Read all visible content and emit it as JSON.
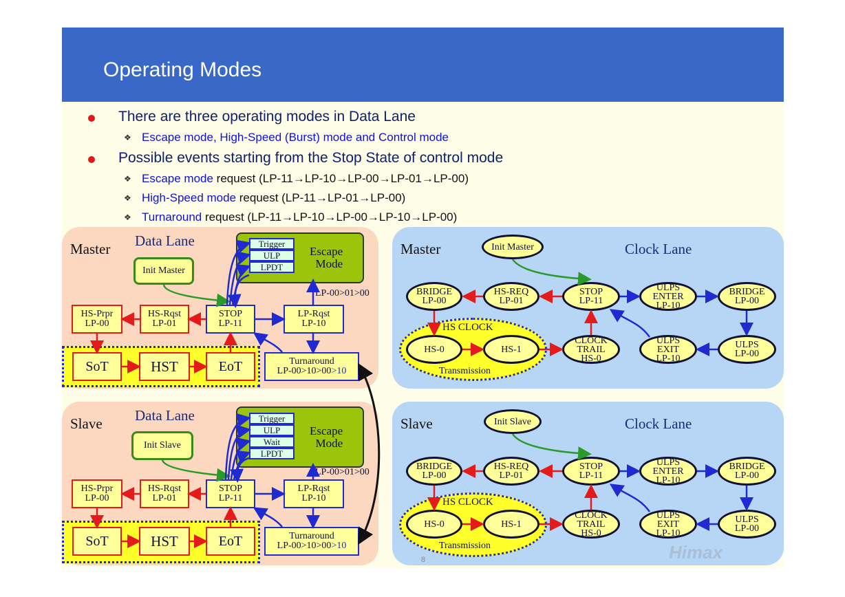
{
  "title": "Operating Modes",
  "bullets": [
    {
      "text": "There are three operating modes in Data Lane",
      "subs": [
        {
          "hl": "Escape mode, High-Speed (Burst) mode and Control mode",
          "rest": ""
        }
      ]
    },
    {
      "text": "Possible events starting from the Stop State of control mode",
      "subs": [
        {
          "hl": "Escape mode",
          "rest": " request (LP-11→LP-10→LP-00→LP-01→LP-00)"
        },
        {
          "hl": "High-Speed mode",
          "rest": " request (LP-11→LP-01→LP-00)"
        },
        {
          "hl": "Turnaround",
          "rest": " request (LP-11→LP-10→LP-00→LP-10→LP-00)"
        }
      ]
    }
  ],
  "data_master": {
    "role": "Master",
    "lane": "Data Lane",
    "init": "Init Master",
    "escape_label": [
      "Escape",
      "Mode"
    ],
    "escape_items": [
      "Trigger",
      "ULP",
      "LPDT"
    ],
    "seq": "LP-00>01>00",
    "stop": [
      "STOP",
      "LP-11"
    ],
    "lprqst": [
      "LP-Rqst",
      "LP-10"
    ],
    "hsrqst": [
      "HS-Rqst",
      "LP-01"
    ],
    "hsprpr": [
      "HS-Prpr",
      "LP-00"
    ],
    "sot": "SoT",
    "hst": "HST",
    "eot": "EoT",
    "turn1": "Turnaround",
    "turn2a": "LP-00>10>00",
    "turn2b": ">10"
  },
  "data_slave": {
    "role": "Slave",
    "lane": "Data Lane",
    "init": "Init Slave",
    "escape_label": [
      "Escape",
      "Mode"
    ],
    "escape_items": [
      "Trigger",
      "ULP",
      "Wait",
      "LPDT"
    ],
    "seq": "LP-00>01>00",
    "stop": [
      "STOP",
      "LP-11"
    ],
    "lprqst": [
      "LP-Rqst",
      "LP-10"
    ],
    "hsrqst": [
      "HS-Rqst",
      "LP-01"
    ],
    "hsprpr": [
      "HS-Prpr",
      "LP-00"
    ],
    "sot": "SoT",
    "hst": "HST",
    "eot": "EoT",
    "turn1": "Turnaround",
    "turn2a": "LP-00>10>00",
    "turn2b": ">10"
  },
  "clock_master": {
    "role": "Master",
    "lane": "Clock Lane",
    "init": "Init Master",
    "bridge1": [
      "BRIDGE",
      "LP-00"
    ],
    "hsreq": [
      "HS-REQ",
      "LP-01"
    ],
    "stop": [
      "STOP",
      "LP-11"
    ],
    "ulps_enter": [
      "ULPS",
      "ENTER",
      "LP-10"
    ],
    "bridge2": [
      "BRIDGE",
      "LP-00"
    ],
    "hs_clock": "HS CLOCK",
    "hs0": "HS-0",
    "hs1": "HS-1",
    "clock_trail": [
      "CLOCK",
      "TRAIL",
      "HS-0"
    ],
    "ulps_exit": [
      "ULPS",
      "EXIT",
      "LP-10"
    ],
    "ulps": [
      "ULPS",
      "LP-00"
    ],
    "transmission": "Transmission"
  },
  "clock_slave": {
    "role": "Slave",
    "lane": "Clock Lane",
    "init": "Init Slave",
    "bridge1": [
      "BRIDGE",
      "LP-00"
    ],
    "hsreq": [
      "HS-REQ",
      "LP-01"
    ],
    "stop": [
      "STOP",
      "LP-11"
    ],
    "ulps_enter": [
      "ULPS",
      "ENTER",
      "LP-10"
    ],
    "bridge2": [
      "BRIDGE",
      "LP-00"
    ],
    "hs_clock": "HS CLOCK",
    "hs0": "HS-0",
    "hs1": "HS-1",
    "clock_trail": [
      "CLOCK",
      "TRAIL",
      "HS-0"
    ],
    "ulps_exit": [
      "ULPS",
      "EXIT",
      "LP-10"
    ],
    "ulps": [
      "ULPS",
      "LP-00"
    ],
    "transmission": "Transmission"
  },
  "page_number": "8",
  "logo": "Himax",
  "colors": {
    "header": "#3a68c8",
    "data_panel": "#fbd8bf",
    "clock_panel": "#b7d6f5",
    "state_fill": "#ffff99",
    "hs_arrow": "#e31b1b",
    "lp_arrow": "#1f2bd0",
    "init_arrow": "#2a9a2a",
    "escape_fill": "#9cc40a"
  }
}
